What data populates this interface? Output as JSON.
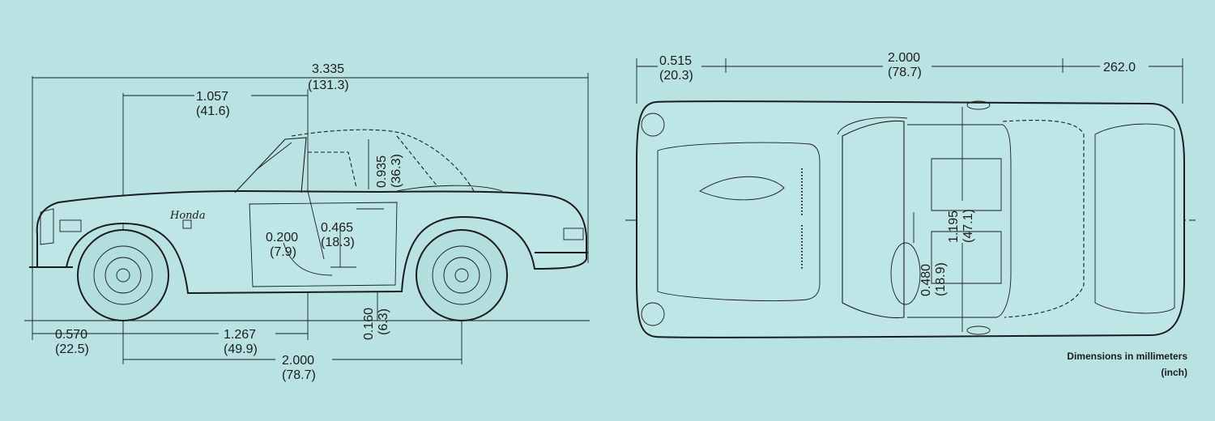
{
  "side_view": {
    "brand_script": "Honda",
    "overall_length": {
      "mm": "3.335",
      "inch": "(131.3)"
    },
    "front_to_seat": {
      "mm": "1.057",
      "inch": "(41.6)"
    },
    "top_height": {
      "mm": "0.935",
      "inch": "(36.3)"
    },
    "seat_height": {
      "mm": "0.465",
      "inch": "(18.3)"
    },
    "seat_depth": {
      "mm": "0.200",
      "inch": "(7.9)"
    },
    "ground_clearance": {
      "mm": "0.160",
      "inch": "(6.3)"
    },
    "front_overhang": {
      "mm": "0.570",
      "inch": "(22.5)"
    },
    "axle_to_seat": {
      "mm": "1.267",
      "inch": "(49.9)"
    },
    "wheelbase": {
      "mm": "2.000",
      "inch": "(78.7)"
    }
  },
  "top_view": {
    "front_overhang": {
      "mm": "0.515",
      "inch": "(20.3)"
    },
    "wheelbase": {
      "mm": "2.000",
      "inch": "(78.7)"
    },
    "rear_overhang": {
      "mm": "262.0"
    },
    "overall_width": {
      "mm": "1.195",
      "inch": "(47.1)"
    },
    "seat_width": {
      "mm": "0.480",
      "inch": "(18.9)"
    }
  },
  "caption": {
    "line1": "Dimensions in millimeters",
    "line2": "(inch)"
  }
}
